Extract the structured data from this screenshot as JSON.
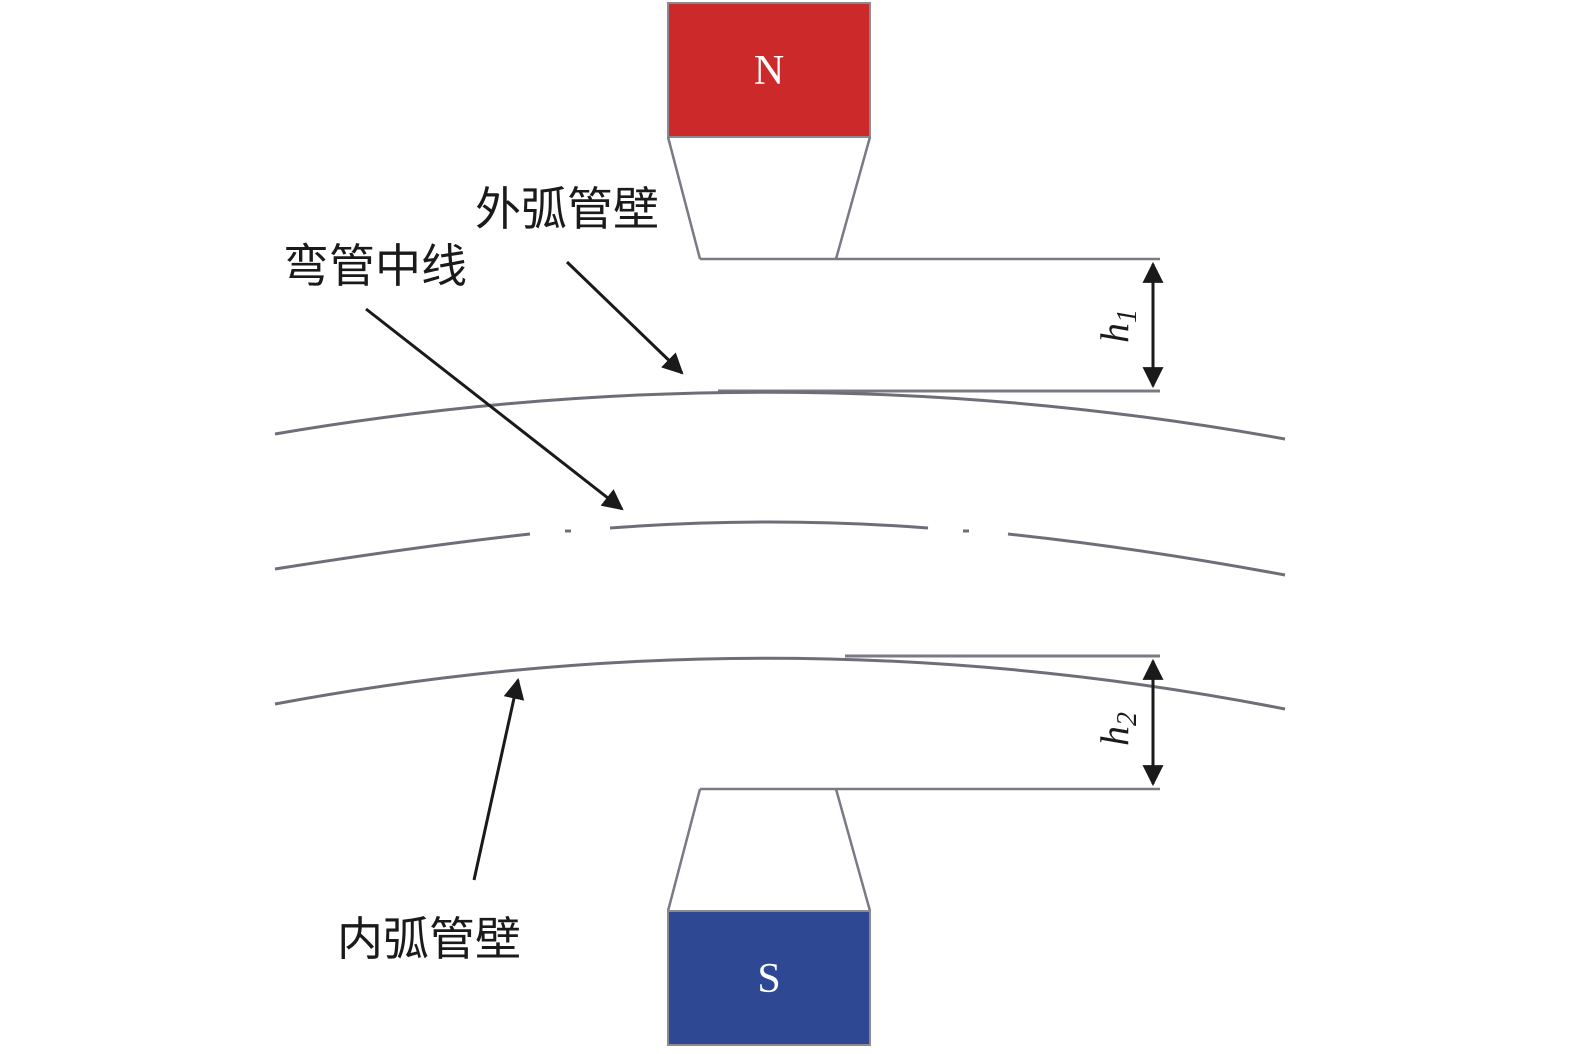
{
  "magnets": {
    "north": {
      "label": "N",
      "color": "#cc2a2a"
    },
    "south": {
      "label": "S",
      "color": "#2f4894"
    }
  },
  "labels": {
    "outer_wall": "外弧管壁",
    "centerline": "弯管中线",
    "inner_wall": "内弧管壁"
  },
  "dimensions": {
    "h1": {
      "symbol": "h",
      "subscript": "1"
    },
    "h2": {
      "symbol": "h",
      "subscript": "2"
    }
  }
}
